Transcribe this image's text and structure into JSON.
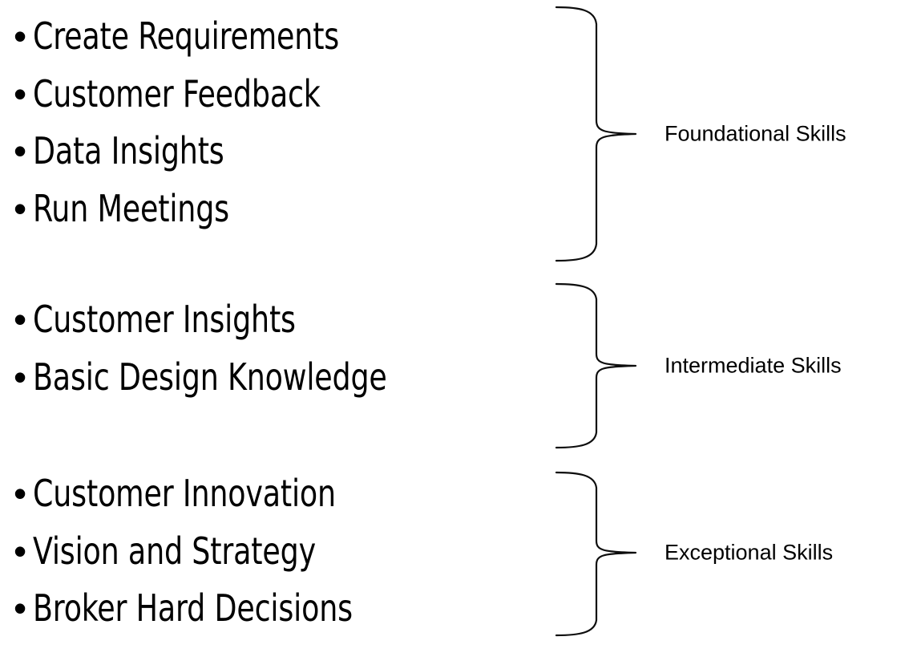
{
  "slide": {
    "background_color": "#ffffff",
    "text_color": "#000000",
    "brace_color": "#0d0d0d"
  },
  "bullet_marker": "•",
  "groups": [
    {
      "id": "foundational",
      "label": "Foundational Skills",
      "items": [
        "Create Requirements",
        "Customer Feedback",
        "Data Insights",
        "Run Meetings"
      ]
    },
    {
      "id": "intermediate",
      "label": "Intermediate Skills",
      "items": [
        "Customer Insights",
        "Basic Design Knowledge"
      ]
    },
    {
      "id": "exceptional",
      "label": "Exceptional Skills",
      "items": [
        "Customer Innovation",
        "Vision and Strategy",
        "Broker Hard Decisions"
      ]
    }
  ]
}
